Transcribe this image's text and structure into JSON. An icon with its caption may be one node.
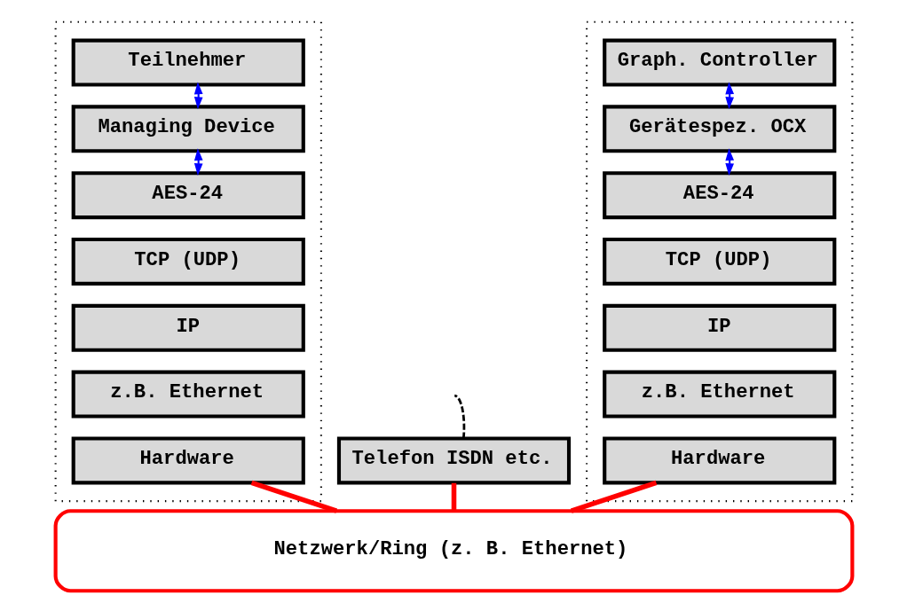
{
  "diagram": {
    "nodes": [
      {
        "text": [],
        "shape": "box"
      },
      {
        "text": [
          "Teilnehmer"
        ],
        "in": 0
      },
      {
        "text": [
          "Managing Device"
        ],
        "in": 0
      },
      {
        "text": [
          "AES-24"
        ],
        "in": 0
      },
      {
        "text": [
          "TCP (UDP)"
        ],
        "in": 0
      },
      {
        "text": [
          "IP"
        ],
        "in": 0
      },
      {
        "text": [
          "z.B. Ethernet"
        ],
        "in": 0
      },
      {
        "text": [
          "Hardware"
        ],
        "in": 0
      },
      {
        "text": [],
        "shape": "box"
      },
      {
        "text": [
          "Graph. Controller"
        ],
        "in": 8
      },
      {
        "text": [
          "Gerätespez. OCX"
        ],
        "in": 8
      },
      {
        "text": [
          "AES-24"
        ],
        "in": 8
      },
      {
        "text": [
          "TCP (UDP)"
        ],
        "in": 8
      },
      {
        "text": [
          "IP"
        ],
        "in": 8
      },
      {
        "text": [
          "z.B. Ethernet"
        ],
        "in": 8
      },
      {
        "text": [
          "Hardware"
        ],
        "in": 8
      },
      {
        "text": [
          "Telefon ISDN etc."
        ]
      },
      {
        "text": [
          "Netzwerk/Ring (z. B. Ethernet)"
        ]
      }
    ],
    "edges": [
      {
        "from": 1,
        "to": 2,
        "arrow": "both",
        "color": "#0000ff"
      },
      {
        "from": 2,
        "to": 3,
        "arrow": "both",
        "color": "#0000ff"
      },
      {
        "from": 9,
        "to": 10,
        "arrow": "both",
        "color": "#0000ff"
      },
      {
        "from": 10,
        "to": 11,
        "arrow": "both",
        "color": "#0000ff"
      },
      {
        "from": 7,
        "to": 17,
        "arrow": "none",
        "style": "thick",
        "color": "#ff0000"
      },
      {
        "from": 16,
        "to": 17,
        "arrow": "none",
        "style": "thick",
        "color": "#ff0000"
      },
      {
        "from": 15,
        "to": 17,
        "arrow": "none",
        "style": "thick",
        "color": "#ff0000"
      },
      {
        "from": 16,
        "to": null,
        "arrow": "none",
        "style": "dashed",
        "color": "#000000"
      }
    ]
  }
}
